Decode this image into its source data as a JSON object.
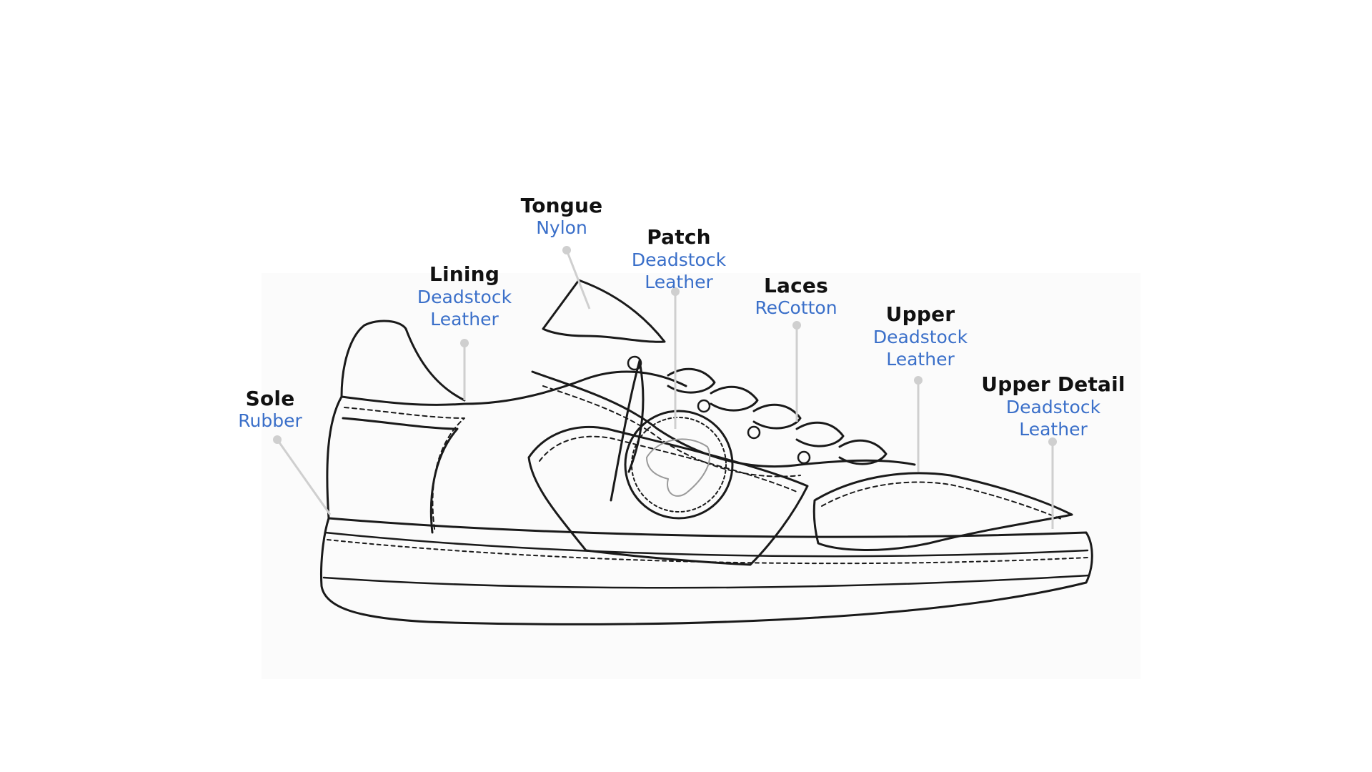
{
  "colors": {
    "label_name": "#111111",
    "label_material": "#3a6fc9",
    "leader": "#cfcfcf",
    "line": "#1a1a1a"
  },
  "diagram": {
    "subject": "sneaker-side-view",
    "callouts": [
      {
        "id": "tongue",
        "name": "Tongue",
        "material": [
          "Nylon"
        ]
      },
      {
        "id": "patch",
        "name": "Patch",
        "material": [
          "Deadstock",
          "Leather"
        ]
      },
      {
        "id": "lining",
        "name": "Lining",
        "material": [
          "Deadstock",
          "Leather"
        ]
      },
      {
        "id": "laces",
        "name": "Laces",
        "material": [
          "ReCotton"
        ]
      },
      {
        "id": "upper",
        "name": "Upper",
        "material": [
          "Deadstock",
          "Leather"
        ]
      },
      {
        "id": "sole",
        "name": "Sole",
        "material": [
          "Rubber"
        ]
      },
      {
        "id": "upper-detail",
        "name": "Upper Detail",
        "material": [
          "Deadstock",
          "Leather"
        ]
      }
    ]
  }
}
